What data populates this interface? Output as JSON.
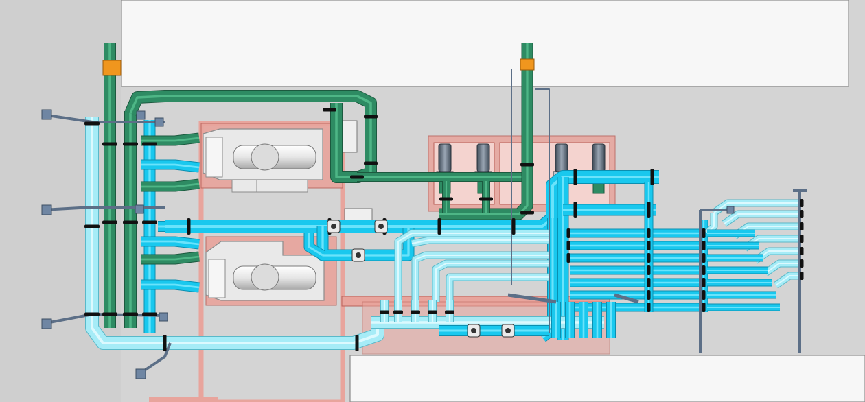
{
  "view": {
    "type": "3D piping layout (pump room)",
    "text_labels": []
  },
  "colors": {
    "background": "#d4d4d4",
    "wall_panel": "#f7f7f7",
    "floor_tint": "#c6c6c6",
    "skid": "#e8a49c",
    "skid_edge": "#b9625a",
    "pipe_green": "#2e8b63",
    "pipe_green_dark": "#1c5a3f",
    "pipe_cyan": "#19c8ee",
    "pipe_cyan_dark": "#0b8fb0",
    "pipe_lightblue": "#a6ecf7",
    "pipe_lightblue_dark": "#59b9c9",
    "support": "#5c6f87",
    "flange": "#111111",
    "insulation_band": "#f0961e",
    "equipment": "#e9e9e9",
    "equipment_edge": "#8c8c8c"
  },
  "equipment": [
    {
      "name": "pump-unit-upper",
      "kind": "horizontal pump + motor"
    },
    {
      "name": "pump-unit-lower",
      "kind": "horizontal pump + motor"
    },
    {
      "name": "vertical-pump-group",
      "kind": "four vertical inline pumps"
    }
  ],
  "pipe_systems": [
    {
      "name": "green",
      "role": "main loop risers and headers"
    },
    {
      "name": "cyan",
      "role": "distribution headers"
    },
    {
      "name": "light-blue",
      "role": "return / branch lines"
    }
  ]
}
